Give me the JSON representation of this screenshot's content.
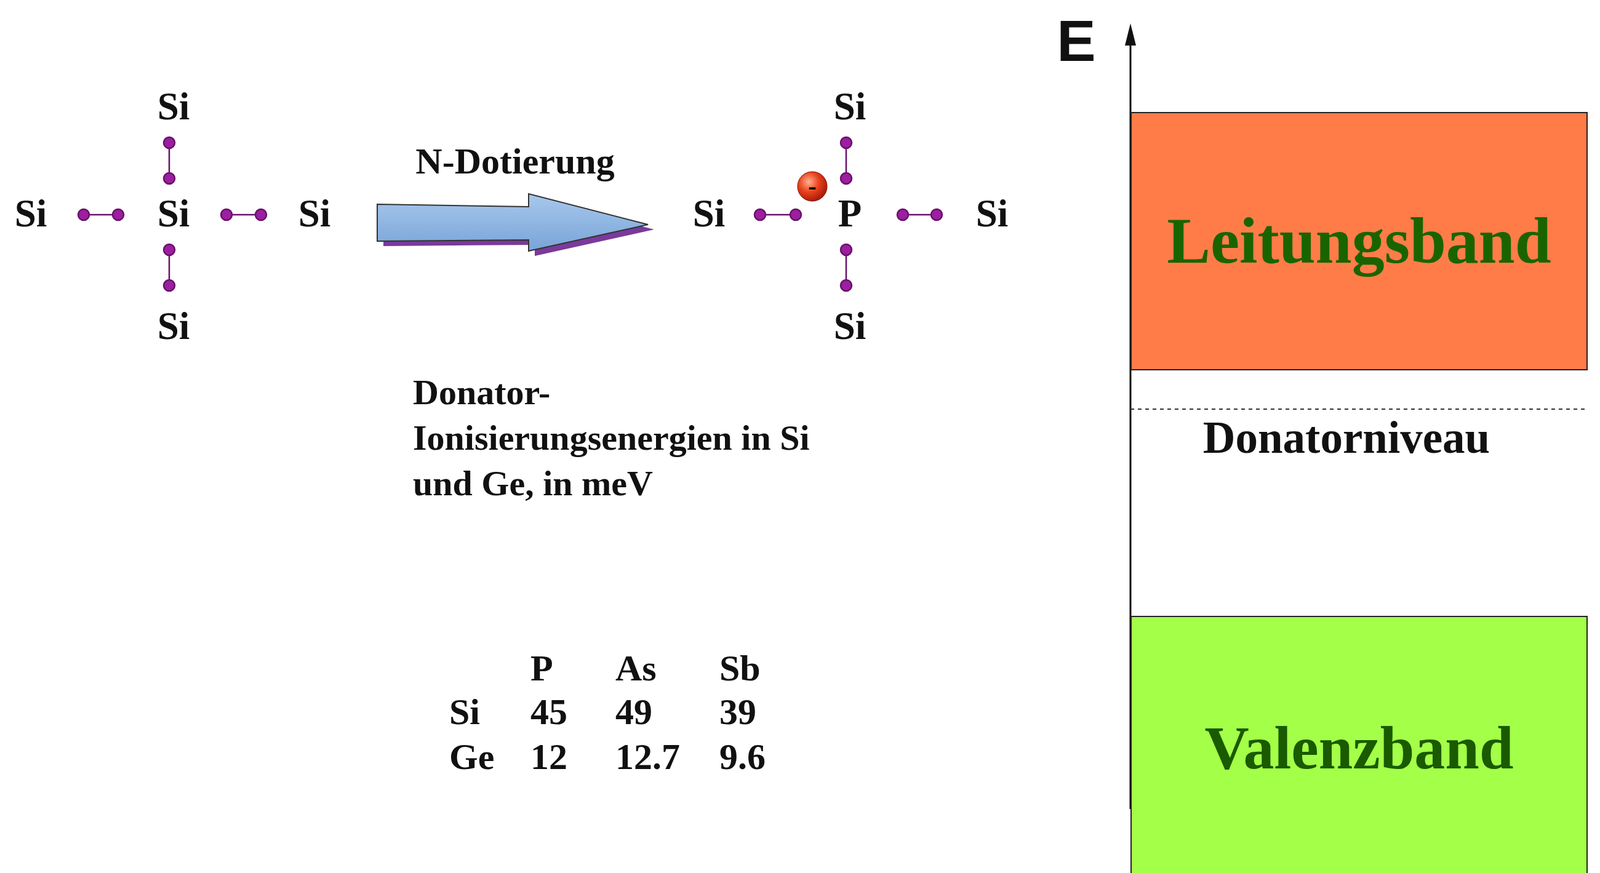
{
  "diagram": {
    "nodes": [
      {
        "text": [
          "-"
        ]
      },
      {
        "text": [
          "Leitungsband"
        ]
      },
      {
        "text": [
          "Valenzband"
        ]
      }
    ],
    "labels": [
      "Si",
      "Si",
      "Si",
      "Si",
      "Si",
      "N-Dotierung",
      "Si",
      "Si",
      "P",
      "Si",
      "Si",
      "E",
      "Donatorniveau",
      "Donator- Ionisierungsenergien in Si und Ge, in meV",
      "P",
      "As",
      "Sb",
      "Si",
      "45",
      "49",
      "39",
      "Ge",
      "12",
      "12.7",
      "9.6"
    ]
  }
}
